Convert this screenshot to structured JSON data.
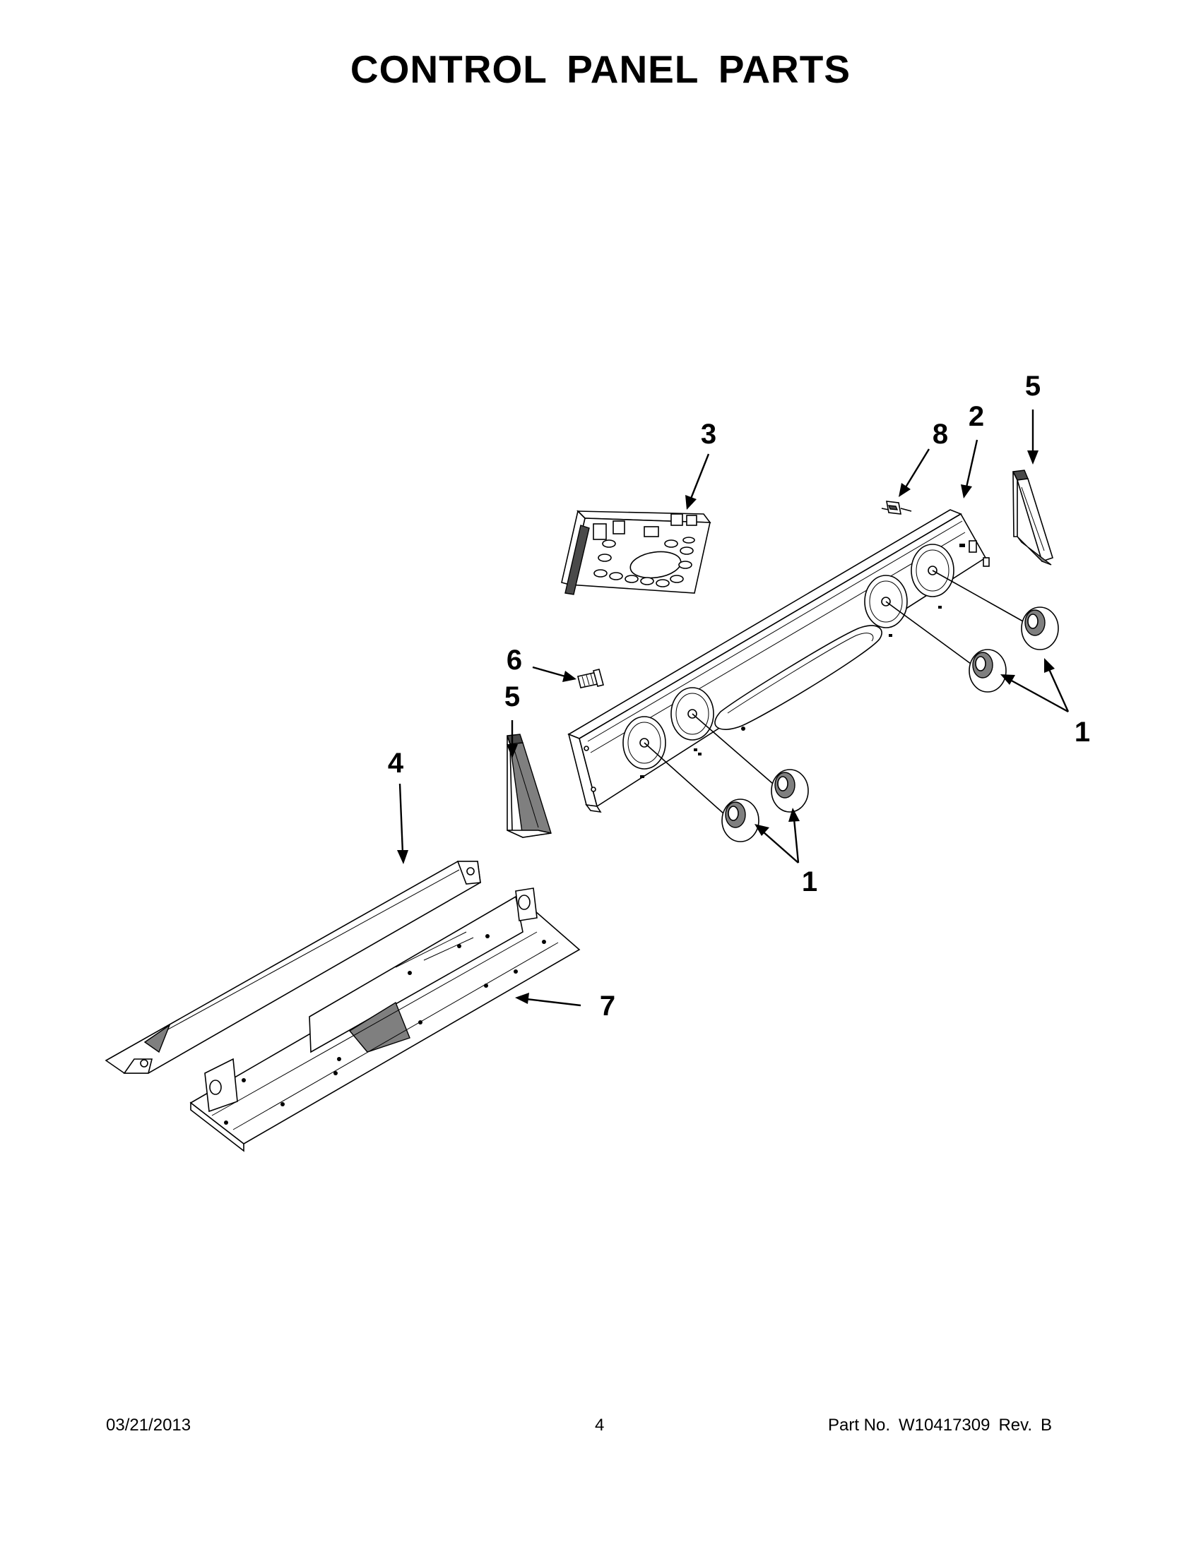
{
  "title": "CONTROL PANEL PARTS",
  "callouts": {
    "knob_right": "1",
    "knob_left": "1",
    "console_panel": "2",
    "control_board": "3",
    "bracket_long": "4",
    "end_cap_right": "5",
    "end_cap_left": "5",
    "screw": "6",
    "manifold_panel": "7",
    "clip": "8"
  },
  "footer": {
    "date": "03/21/2013",
    "page": "4",
    "part_label": "Part No.",
    "part_number": "W10417309",
    "rev_label": "Rev.",
    "rev": "B"
  }
}
